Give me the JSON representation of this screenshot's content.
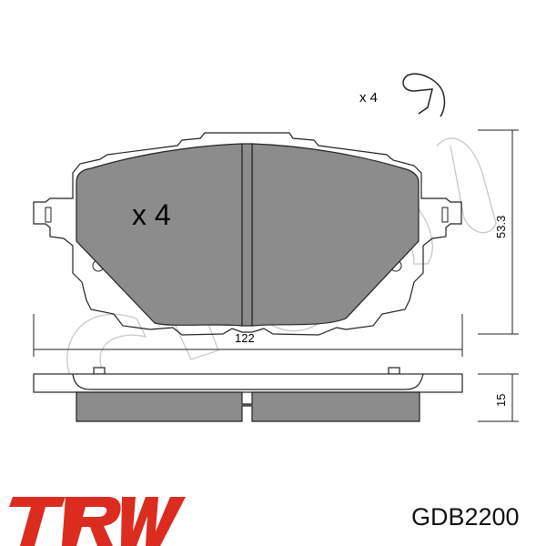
{
  "drawing": {
    "quantity_pad_label": "x 4",
    "quantity_clip_label": "x 4",
    "width_dimension": "122",
    "height_dimension": "53.3",
    "thickness_dimension": "15",
    "watermark_logo": "cifam",
    "pad_fill_color": "#8c8c8c"
  },
  "footer": {
    "brand_logo": "TRW",
    "brand_color": "#dc2b1f",
    "part_number": "GDB2200"
  }
}
